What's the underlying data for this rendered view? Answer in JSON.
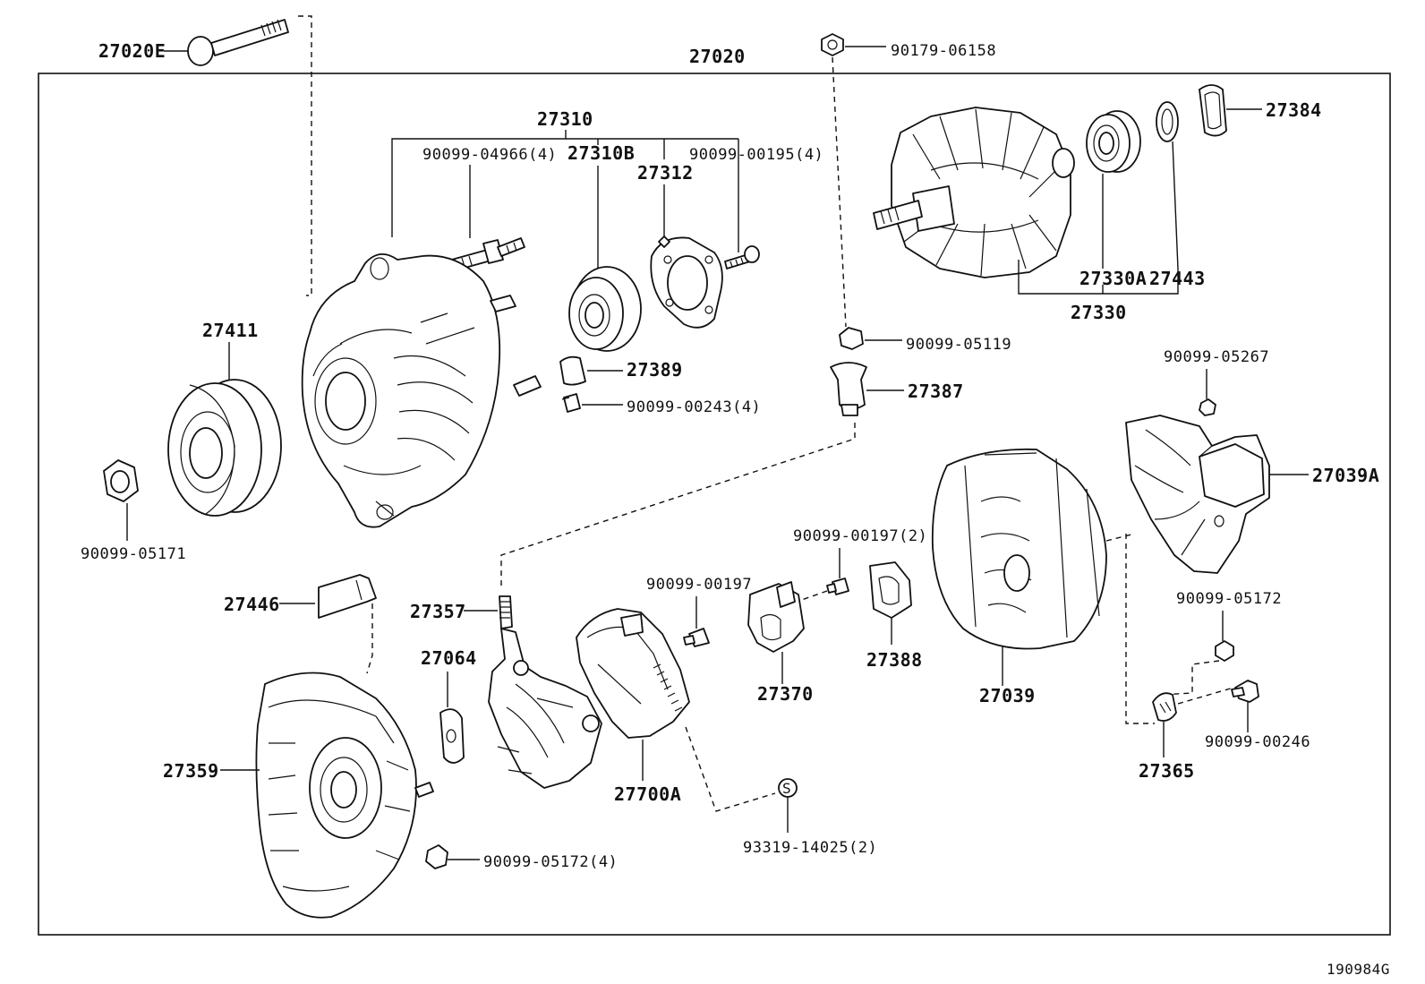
{
  "diagram": {
    "drawing_number": "190984G",
    "assembly_label": "27020",
    "labels": {
      "bolt_27020e": "27020E",
      "cap_nut_90179": "90179-06158",
      "frame_27310": "27310",
      "stud_90099_04966": "90099-04966(4)",
      "bearing_27310b": "27310B",
      "retainer_27312": "27312",
      "screw_90099_00195": "90099-00195(4)",
      "pulley_27411": "27411",
      "nut_90099_05171": "90099-05171",
      "cover_27389": "27389",
      "screw_90099_00243": "90099-00243(4)",
      "nut_90099_05119": "90099-05119",
      "insulator_27387": "27387",
      "rotor_27330": "27330",
      "bearing_27330a": "27330A",
      "washer_27443": "27443",
      "cover_27384": "27384",
      "nut_90099_05267": "90099-05267",
      "cover_27039a": "27039A",
      "screw_90099_00197_2": "90099-00197(2)",
      "screw_90099_00197": "90099-00197",
      "bracket_27446": "27446",
      "bolt_27357": "27357",
      "insulator_27064": "27064",
      "holder_27370": "27370",
      "cap_27388": "27388",
      "frame_27039": "27039",
      "nut_90099_05172": "90099-05172",
      "rear_frame_27359": "27359",
      "rectifier_27700a": "27700A",
      "terminal_27365": "27365",
      "screw_90099_00246": "90099-00246",
      "nut_90099_05172_4": "90099-05172(4)",
      "screw_93319_14025": "93319-14025(2)"
    }
  }
}
